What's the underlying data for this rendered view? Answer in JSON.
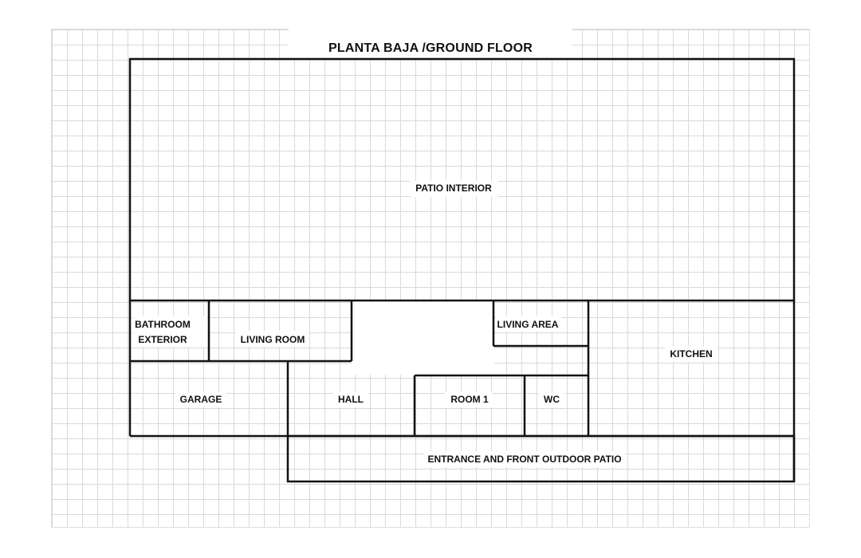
{
  "title": "PLANTA BAJA /GROUND FLOOR",
  "rooms": {
    "patio_interior": "PATIO INTERIOR",
    "bathroom_line1": "BATHROOM",
    "bathroom_line2": "EXTERIOR",
    "living_room": "LIVING ROOM",
    "living_area": "LIVING AREA",
    "kitchen": "KITCHEN",
    "garage": "GARAGE",
    "hall": "HALL",
    "room1": "ROOM 1",
    "wc": "WC",
    "entrance": "ENTRANCE AND FRONT OUTDOOR PATIO"
  },
  "colors": {
    "wall": "#111111",
    "grid": "#d9d9d9"
  }
}
